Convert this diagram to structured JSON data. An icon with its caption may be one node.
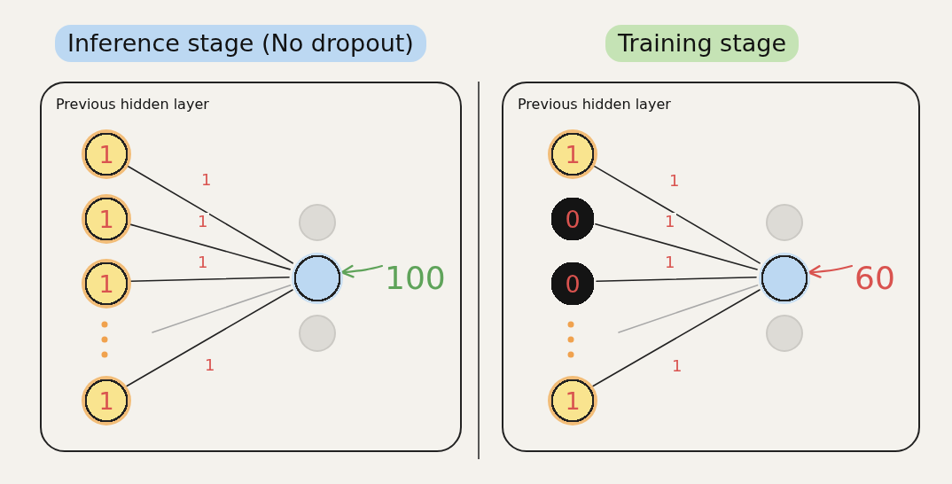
{
  "diagram": {
    "nodes": [
      {
        "text": [
          "Inference stage (No dropout)",
          "Previous hidden layer"
        ]
      },
      {
        "text": [
          "1"
        ],
        "in": 0
      },
      {
        "text": [
          "1"
        ],
        "in": 0
      },
      {
        "text": [
          "1"
        ],
        "in": 0
      },
      {
        "text": [
          "1"
        ],
        "in": 0
      },
      {
        "text": [],
        "shape": "circle",
        "in": 0
      },
      {
        "text": [],
        "shape": "circle",
        "in": 0
      },
      {
        "text": [],
        "shape": "circle",
        "in": 0
      },
      {
        "text": [
          "100"
        ],
        "in": 0
      },
      {
        "text": [
          "Training stage",
          "Previous hidden layer"
        ]
      },
      {
        "text": [
          "1"
        ],
        "in": 9
      },
      {
        "text": [
          "0"
        ],
        "in": 9
      },
      {
        "text": [
          "0"
        ],
        "in": 9
      },
      {
        "text": [
          "1"
        ],
        "in": 9
      },
      {
        "text": [],
        "shape": "circle",
        "in": 9
      },
      {
        "text": [],
        "shape": "circle",
        "in": 9
      },
      {
        "text": [],
        "shape": "circle",
        "in": 9
      },
      {
        "text": [
          "60"
        ],
        "in": 9
      }
    ],
    "edges": [
      {
        "from": 1,
        "to": 6,
        "arrow": "none",
        "label": "1"
      },
      {
        "from": 2,
        "to": 6,
        "arrow": "none",
        "label": "1"
      },
      {
        "from": 3,
        "to": 6,
        "arrow": "none",
        "label": "1"
      },
      {
        "from": null,
        "to": 6,
        "arrow": "none",
        "color": "#a8a8a8"
      },
      {
        "from": 4,
        "to": 6,
        "arrow": "none",
        "label": "1"
      },
      {
        "from": 8,
        "to": 6,
        "arrow": "to",
        "color": "#5fa35a"
      },
      {
        "from": 10,
        "to": 15,
        "arrow": "none",
        "label": "1"
      },
      {
        "from": 11,
        "to": 15,
        "arrow": "none",
        "label": "1"
      },
      {
        "from": 12,
        "to": 15,
        "arrow": "none",
        "label": "1"
      },
      {
        "from": null,
        "to": 15,
        "arrow": "none",
        "color": "#a8a8a8"
      },
      {
        "from": 13,
        "to": 15,
        "arrow": "none",
        "label": "1"
      },
      {
        "from": 17,
        "to": 15,
        "arrow": "to",
        "color": "#d9534f"
      }
    ]
  }
}
